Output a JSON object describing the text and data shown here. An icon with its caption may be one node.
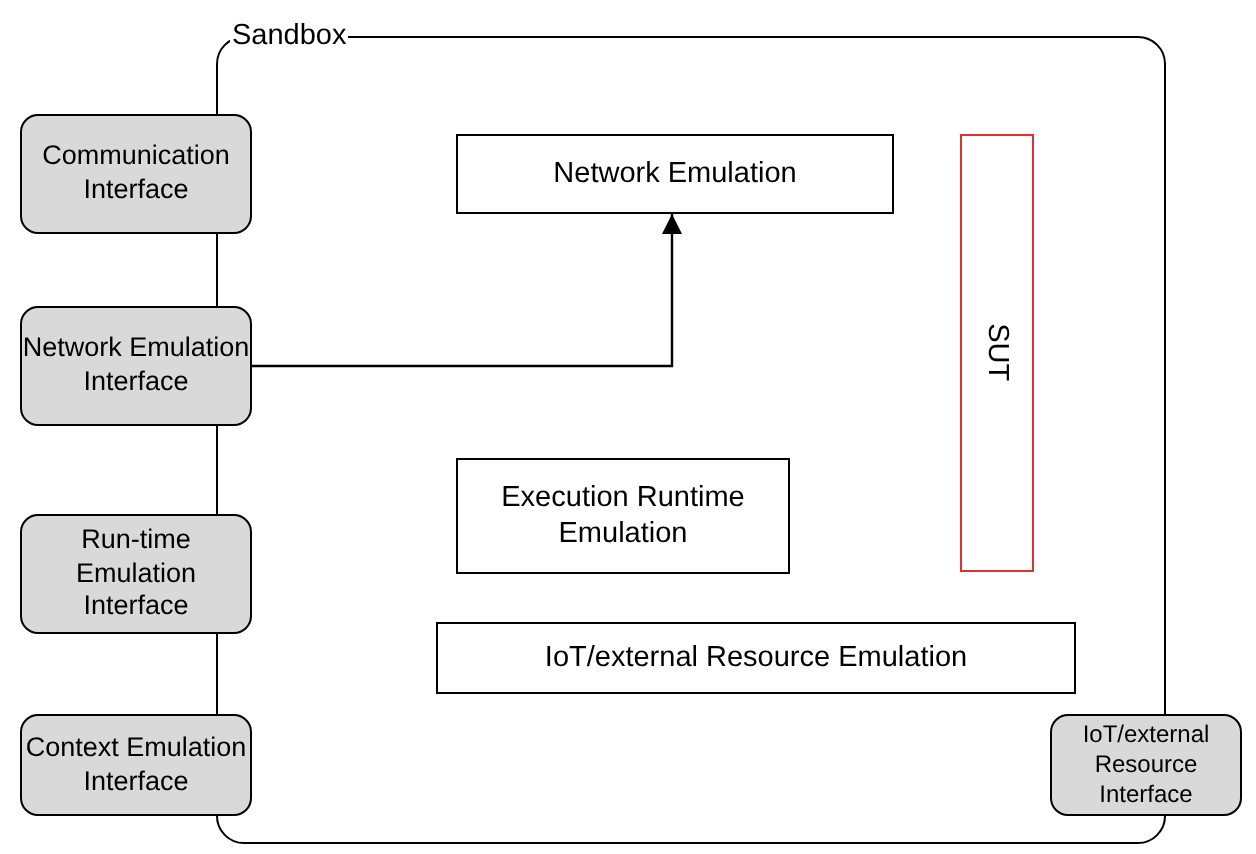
{
  "diagram": {
    "nodes": [
      {
        "text": [
          "Sandbox"
        ]
      },
      {
        "text": [
          "Communication Interface"
        ]
      },
      {
        "text": [
          "Network Emulation Interface"
        ]
      },
      {
        "text": [
          "Run-time Emulation Interface"
        ]
      },
      {
        "text": [
          "Context Emulation Interface"
        ]
      },
      {
        "text": [
          "Network Emulation"
        ],
        "in": 0
      },
      {
        "text": [
          "SUT"
        ],
        "in": 0
      },
      {
        "text": [
          "Execution Runtime Emulation"
        ],
        "in": 0
      },
      {
        "text": [
          "IoT/external Resource Emulation"
        ],
        "in": 0
      },
      {
        "text": [
          "IoT/external Resource Interface"
        ]
      }
    ],
    "edges": [
      {
        "from": 2,
        "to": 5,
        "arrow": "to"
      }
    ]
  }
}
